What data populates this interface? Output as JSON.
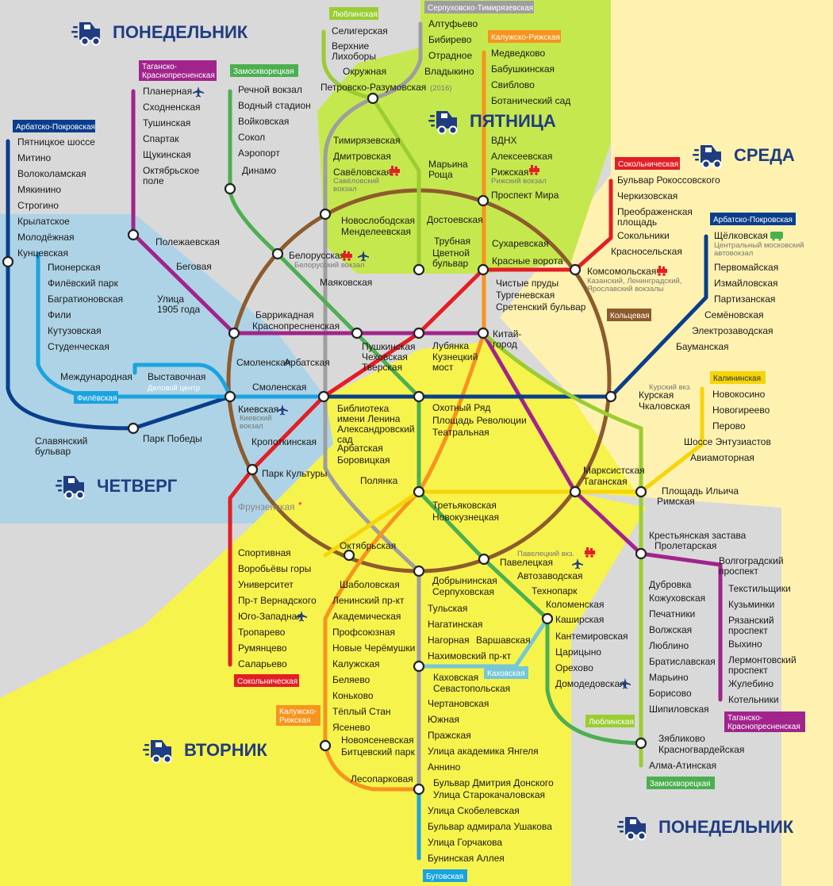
{
  "map_title": "",
  "zones": [
    {
      "name": "Понедельник",
      "color": "#d9d9d9"
    },
    {
      "name": "Вторник",
      "color": "#f7f34d"
    },
    {
      "name": "Среда",
      "color": "#fff2b0"
    },
    {
      "name": "Четверг",
      "color": "#aed3e6"
    },
    {
      "name": "Пятница",
      "color": "#c6e84f"
    }
  ],
  "day_labels": {
    "mon_top": "ПОНЕДЕЛЬНИК",
    "fri": "ПЯТНИЦА",
    "wed": "СРЕДА",
    "thu": "ЧЕТВЕРГ",
    "tue": "ВТОРНИК",
    "mon_bottom": "ПОНЕДЕЛЬНИК"
  },
  "lines": [
    {
      "name": "Люблинская",
      "color": "#9acd32"
    },
    {
      "name": "Серпуховско-Тимирязевская",
      "color": "#9e9e9e"
    },
    {
      "name": "Калужско-Рижская",
      "color": "#f7941d"
    },
    {
      "name": "Таганско-Краснопресненская",
      "color": "#a1248c"
    },
    {
      "name": "Замоскворецкая",
      "color": "#4caf50"
    },
    {
      "name": "Арбатско-Покровская",
      "color": "#0a3e8c"
    },
    {
      "name": "Сокольническая",
      "color": "#e41e25"
    },
    {
      "name": "Кольцевая",
      "color": "#8d5b2d"
    },
    {
      "name": "Калининская",
      "color": "#f5d50a"
    },
    {
      "name": "Филёвская",
      "color": "#1ba3e0"
    },
    {
      "name": "Каховская",
      "color": "#76c6d6"
    },
    {
      "name": "Бутовская",
      "color": "#1ba3e0"
    }
  ],
  "line_labels": {
    "lyublinskaya_top": "Люблинская",
    "serp_tim": "Серпуховско-Тимирязевская",
    "kal_rizh_top": "Калужско-Рижская",
    "tag_kras_top": "Таганско-\nКраснопресненская",
    "zamosk_top": "Замоскворецкая",
    "arb_pokr_left": "Арбатско-Покровская",
    "sokol_top": "Сокольническая",
    "arb_pokr_right": "Арбатско-Покровская",
    "koltsevaya": "Кольцевая",
    "kalininskaya": "Калининская",
    "filevskaya": "Филёвская",
    "kakhovskaya": "Каховская",
    "sokol_bottom": "Сокольническая",
    "kal_rizh_bottom": "Калужско-\nРижская",
    "lyublinskaya_bottom": "Люблинская",
    "tag_kras_bottom": "Таганско-\nКраснопресненская",
    "zamosk_bottom": "Замоскворецкая",
    "butovskaya": "Бутовская"
  },
  "stations": {
    "seligerskaya": "Селигерская",
    "verkhnie_likhobory": "Верхние\nЛихоборы",
    "okruzhnaya": "Окружная",
    "altufyevo": "Алтуфьево",
    "bibirevo": "Бибирево",
    "otradnoe": "Отрадное",
    "vladykino": "Владыкино",
    "medvedkovo": "Медведково",
    "babushkinskaya": "Бабушкинская",
    "sviblovo": "Свиблово",
    "botanichesky_sad": "Ботанический сад",
    "vdnkh": "ВДНХ",
    "alekseevskaya": "Алексеевская",
    "rizhskaya": "Рижская",
    "rizhsky_vokzal": "Рижский вокзал",
    "prospekt_mira": "Проспект Мира",
    "planernaya": "Планерная",
    "skhodnenskaya": "Сходненская",
    "tushinskaya": "Тушинская",
    "spartak": "Спартак",
    "shchukinskaya": "Щукинская",
    "oktyabrskoe_pole": "Октябрьское\nполе",
    "rechnoy_vokzal": "Речной вокзал",
    "vodny_stadion": "Водный стадион",
    "voykovskaya": "Войковская",
    "sokol": "Сокол",
    "aeroport": "Аэропорт",
    "dinamo": "Динамо",
    "petrovsko_razumovskaya": "Петровско-Разумовская",
    "petr_raz_year": "(2016)",
    "timiryazevskaya": "Тимирязевская",
    "dmitrovskaya": "Дмитровская",
    "savelovskaya": "Савёловская",
    "savelovsky_vokzal": "Савёловский\nвокзал",
    "maryina_roshcha": "Марьина\nРоща",
    "novoslobodskaya": "Новослободская",
    "mendeleevskaya": "Менделеевская",
    "dostoevskaya": "Достоевская",
    "trubnaya": "Трубная",
    "tsvetnoy_bulvar": "Цветной\nбульвар",
    "sukharevskaya": "Сухаревская",
    "krasnye_vorota": "Красные ворота",
    "pyatnitskoe_shosse": "Пятницкое шоссе",
    "mitino": "Митино",
    "volokolamskaya": "Волоколамская",
    "myakinino": "Мякинино",
    "strogino": "Строгино",
    "krylatskoe": "Крылатское",
    "molodezhnaya": "Молодёжная",
    "kuntsevskaya": "Кунцевская",
    "pionerskaya": "Пионерская",
    "filevsky_park": "Филёвский парк",
    "bagrationovskaya": "Багратионовская",
    "fili": "Фили",
    "kutuzovskaya": "Кутузовская",
    "studencheskaya": "Студенческая",
    "polezhaevskaya": "Полежаевская",
    "begovaya": "Беговая",
    "ulitsa_1905": "Улица\n1905 года",
    "belorusskaya": "Белорусская",
    "belorussky_vokzal": "Белорусский вокзал",
    "mayakovskaya": "Маяковская",
    "barrikadnaya": "Баррикадная",
    "krasnopresnenskaya": "Краснопресненская",
    "mezhdunarodnaya": "Международная",
    "vystavochnaya": "Выставочная",
    "delovoy_tsentr": "Деловой центр",
    "smolenskaya_fil": "Смоленская",
    "arbatskaya_fil": "Арбатская",
    "smolenskaya": "Смоленская",
    "kievskaya": "Киевская",
    "kievsky_vokzal": "Киевский\nвокзал",
    "slavyansky_bulvar": "Славянский\nбульвар",
    "park_pobedy": "Парк Победы",
    "pushkinskaya": "Пушкинская",
    "chekhovskaya": "Чеховская",
    "tverskaya": "Тверская",
    "lubyanka": "Лубянка",
    "kuznetsky_most": "Кузнецкий\nмост",
    "chistye_prudy": "Чистые пруды",
    "turgenevskaya": "Тургеневская",
    "sretensky_bulvar": "Сретенский бульвар",
    "kitay_gorod": "Китай-\nгород",
    "komsomolskaya": "Комсомольская",
    "komsomolskaya_vokzaly": "Казанский, Ленинградский,\nЯрославский вокзалы",
    "bulvar_rokossovskogo": "Бульвар Рокоссовского",
    "cherkizovskaya": "Черкизовская",
    "preobrazhenskaya": "Преображенская\nплощадь",
    "sokolniki": "Сокольники",
    "krasnoselskaya": "Красносельская",
    "shchelkovskaya": "Щёлковская",
    "shchelk_avtovokzal": "Центральный московский\nавтовокзал",
    "pervomayskaya": "Первомайская",
    "izmaylovskaya": "Измайловская",
    "partizanskaya": "Партизанская",
    "semenovskaya": "Семёновская",
    "elektrozavodskaya": "Электрозаводская",
    "baumanskaya": "Бауманская",
    "kursky_vokzal": "Курский вкз.",
    "kurskaya": "Курская",
    "chkalovskaya": "Чкаловская",
    "novokosino": "Новокосино",
    "novogireevo": "Новогиреево",
    "perovo": "Перово",
    "shosse_entuziastov": "Шоссе Энтузиастов",
    "aviamotornaya": "Авиамоторная",
    "biblioteka_lenina": "Библиотека\nимени Ленина",
    "aleksandrovsky_sad": "Александровский\nсад",
    "arbatskaya": "Арбатская",
    "borovitskaya": "Боровицкая",
    "okhotny_ryad": "Охотный Ряд",
    "ploshchad_revolyutsii": "Площадь Революции",
    "teatralnaya": "Театральная",
    "kropotkinskaya": "Кропоткинская",
    "park_kultury": "Парк Культуры",
    "polyanka": "Полянка",
    "frunzenskaya": "Фрунзенская",
    "marksistskaya": "Марксистская",
    "taganskaya": "Таганская",
    "ploshchad_ilyicha": "Площадь Ильича",
    "rimskaya": "Римская",
    "tretyakovskaya": "Третьяковская",
    "novokuznetskaya": "Новокузнецкая",
    "krestyanskaya_zastava": "Крестьянская застава",
    "proletarskaya": "Пролетарская",
    "sportivnaya": "Спортивная",
    "vorobyovy_gory": "Воробьёвы горы",
    "universitet": "Университет",
    "pr_vernadskogo": "Пр-т Вернадского",
    "yugo_zapadnaya": "Юго-Западная",
    "troparevo": "Тропарево",
    "rumyantsevo": "Румянцево",
    "salaryevo": "Саларьево",
    "oktyabrskaya": "Октябрьская",
    "shabolovskaya": "Шаболовская",
    "leninsky_prospekt": "Ленинский пр-кт",
    "akademicheskaya": "Академическая",
    "profsoyuznaya": "Профсоюзная",
    "novye_cheryomushki": "Новые Черёмушки",
    "kaluzhskaya": "Калужская",
    "belyaevo": "Беляево",
    "konkovo": "Коньково",
    "tyoply_stan": "Тёплый Стан",
    "yasenevo": "Ясенево",
    "novoyasenevskaya": "Новоясеневская",
    "bitsevsky_park": "Битцевский парк",
    "lesoparkovaya": "Лесопарковая",
    "dobryninskaya": "Добрынинская",
    "serpukhovskaya": "Серпуховская",
    "tulskaya": "Тульская",
    "nagatinskaya": "Нагатинская",
    "nagornaya": "Нагорная",
    "varshavskaya": "Варшавская",
    "nakhimovsky_prospekt": "Нахимовский пр-кт",
    "kakhovskaya": "Каховская",
    "sevastopolskaya": "Севастопольская",
    "chertanovskaya": "Чертановская",
    "yuzhnaya": "Южная",
    "prazhskaya": "Пражская",
    "ul_akademika_yangelya": "Улица академика Янгеля",
    "annino": "Аннино",
    "bulvar_donskogo": "Бульвар Дмитрия Донского",
    "ul_starokachalovskaya": "Улица Старокачаловская",
    "ul_skobelevskaya": "Улица Скобелевская",
    "bulvar_ushakova": "Бульвар адмирала Ушакова",
    "ul_gorchakova": "Улица Горчакова",
    "buninskaya_alleya": "Бунинская Аллея",
    "paveletsky_vokzal": "Павелецкий вкз.",
    "paveletskaya": "Павелецкая",
    "avtozavodskaya": "Автозаводская",
    "tekhnopark": "Технопарк",
    "kolomenskaya": "Коломенская",
    "kashirskaya": "Каширская",
    "kantemirovskaya": "Кантемировская",
    "tsaritsyno": "Царицыно",
    "orekhovo": "Орехово",
    "domodedovskaya": "Домодедовская",
    "dubrovka": "Дубровка",
    "kozhukhovskaya": "Кожуховская",
    "pechatniki": "Печатники",
    "volzhskaya": "Волжская",
    "lyublino": "Люблино",
    "bratislavskaya": "Братиславская",
    "maryino": "Марьино",
    "borisovo": "Борисово",
    "shipilovskaya": "Шипиловская",
    "zyablikovo": "Зябликово",
    "krasnogvardeyskaya": "Красногвардейская",
    "alma_atinskaya": "Алма-Атинская",
    "volgogradsky_prospekt": "Волгоградский\nпроспект",
    "tekstilshchiki": "Текстильщики",
    "kuzminki": "Кузьминки",
    "ryazansky_prospekt": "Рязанский\nпроспект",
    "vykhino": "Выхино",
    "lermontovsky_prospekt": "Лермонтовский\nпроспект",
    "zhulebino": "Жулебино",
    "kotelniki": "Котельники"
  },
  "icons": [
    "truck-icon",
    "airplane-icon",
    "train-icon",
    "bus-icon"
  ]
}
